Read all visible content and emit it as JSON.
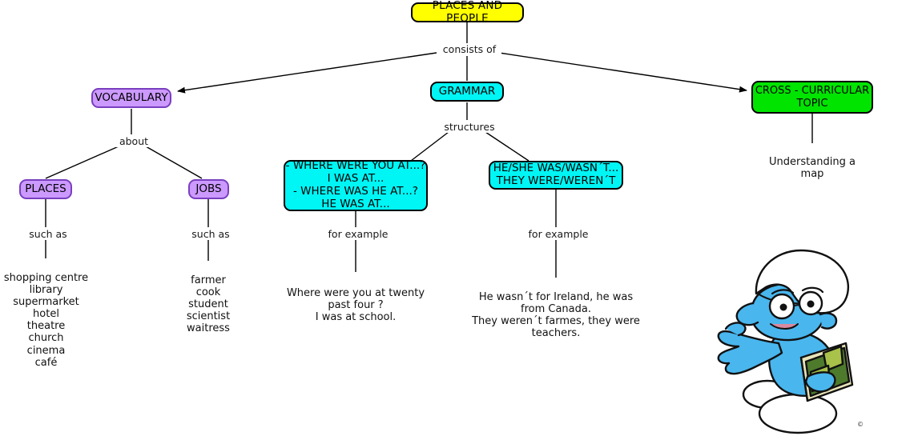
{
  "diagram": {
    "title": "Places and People concept map",
    "colors": {
      "root_fill": "#ffff00",
      "vocabulary_fill": "#cc99ff",
      "vocabulary_border": "#7a3fbf",
      "grammar_fill": "#00f5f5",
      "cross_curricular_fill": "#00e400",
      "line": "#000000",
      "text": "#000000"
    },
    "nodes": {
      "root": "PLACES AND PEOPLE",
      "vocabulary": "VOCABULARY",
      "grammar": "GRAMMAR",
      "cross_curricular": "CROSS - CURRICULAR TOPIC",
      "places": "PLACES",
      "jobs": "JOBS",
      "structure_question": "- WHERE WERE YOU AT...?\nI WAS AT...\n- WHERE WAS HE AT...?\nHE WAS AT...",
      "structure_statement": "HE/SHE WAS/WASN´T...\nTHEY WERE/WEREN´T"
    },
    "edge_labels": {
      "consists_of": "consists of",
      "about": "about",
      "structures": "structures",
      "such_as_places": "such as",
      "such_as_jobs": "such as",
      "for_example_left": "for example",
      "for_example_right": "for example"
    },
    "leaves": {
      "places_list": "shopping centre\nlibrary\nsupermarket\nhotel\ntheatre\nchurch\ncinema\ncafé",
      "jobs_list": "farmer\ncook\nstudent\nscientist\nwaitress",
      "example_left": "Where were you at twenty\npast four ?\nI was at school.",
      "example_right": "He wasn´t for Ireland, he was\nfrom Canada.\nThey weren´t farmes, they were\nteachers.",
      "cross_curricular_detail": "Understanding a\nmap"
    },
    "illustration": {
      "name": "brainy-smurf-with-book",
      "alt": "Cartoon blue smurf wearing a white hat and glasses, pointing with one hand and holding a green book"
    }
  }
}
